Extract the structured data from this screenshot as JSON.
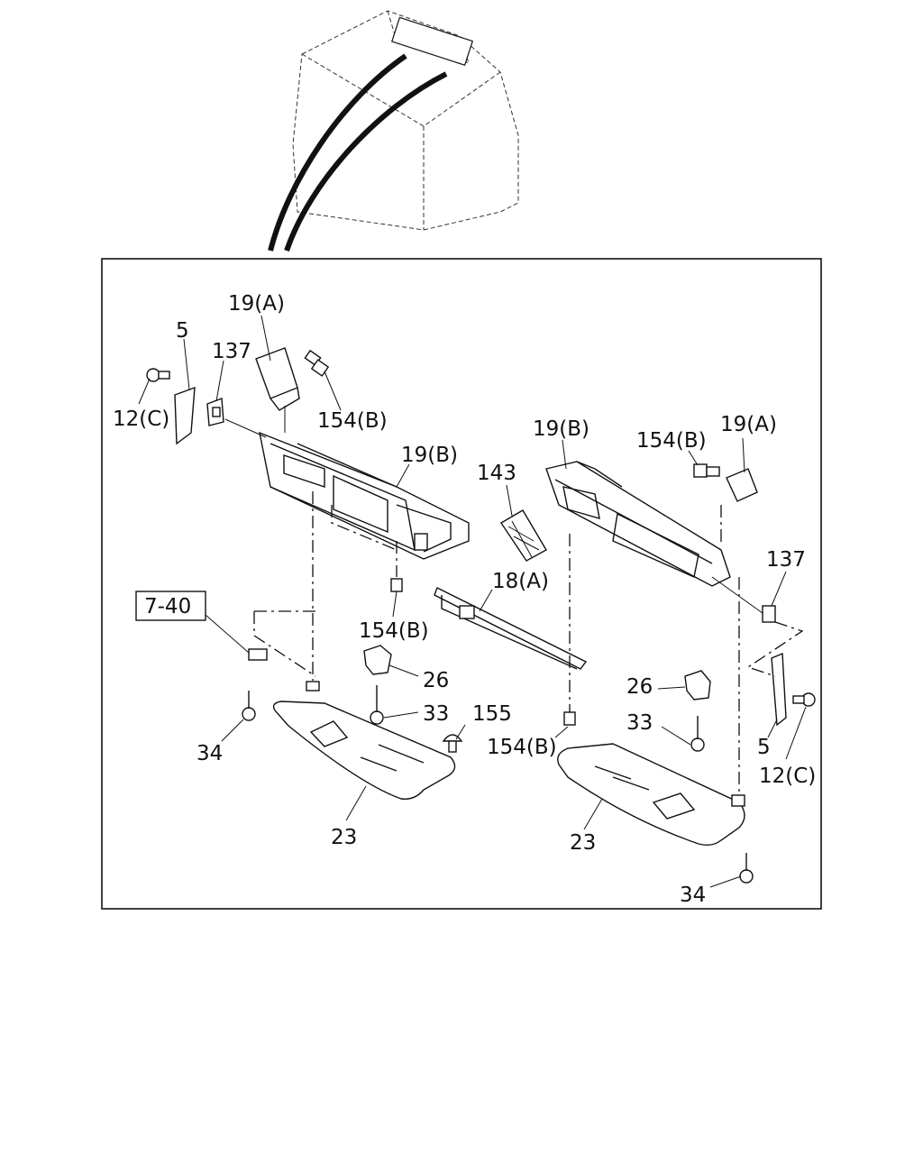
{
  "diagram": {
    "labels": {
      "left_clip_5": "5",
      "left_clip_137": "137",
      "left_bracket_19a": "19(A)",
      "left_bolt_154b_top": "154(B)",
      "left_screw_12c": "12(C)",
      "left_visor_19b": "19(B)",
      "part_143": "143",
      "rail_18a": "18(A)",
      "ref_7_40": "7-40",
      "left_bolt_154b_bottom": "154(B)",
      "left_holder_26": "26",
      "left_screw_33": "33",
      "clip_155": "155",
      "center_bolt_154b": "154(B)",
      "left_screw_34": "34",
      "left_panel_23": "23",
      "right_visor_19b": "19(B)",
      "right_bolt_154b": "154(B)",
      "right_bracket_19a": "19(A)",
      "right_clip_137": "137",
      "right_holder_26": "26",
      "right_screw_33": "33",
      "right_clip_5": "5",
      "right_screw_12c": "12(C)",
      "right_panel_23": "23",
      "right_screw_34": "34"
    }
  }
}
